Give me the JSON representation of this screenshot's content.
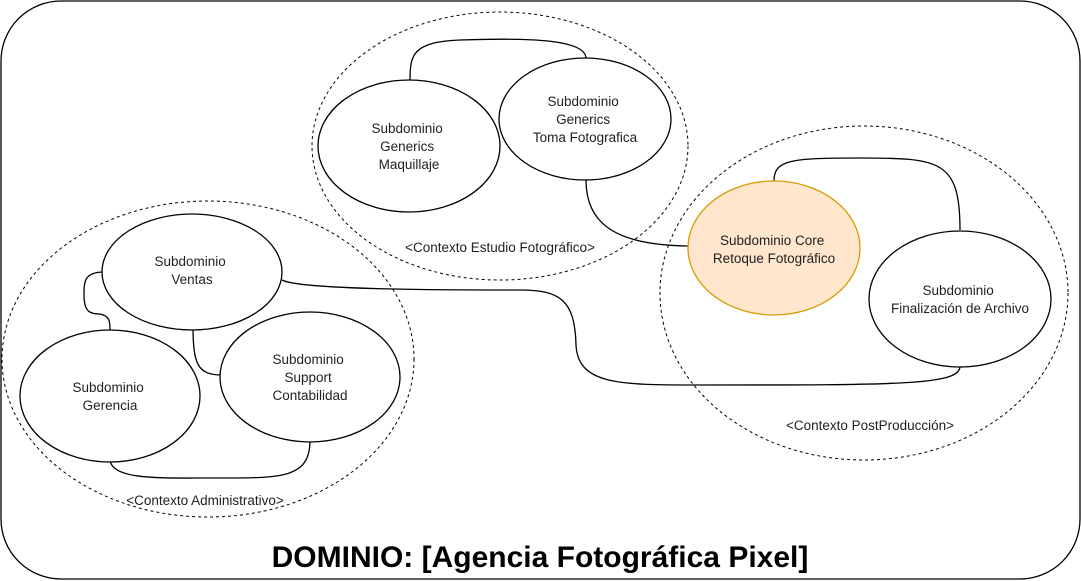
{
  "domain": {
    "title": "DOMINIO: [Agencia Fotográfica Pixel]"
  },
  "contexts": {
    "estudio": {
      "label": "<Contexto Estudio Fotográfico>"
    },
    "postproduccion": {
      "label": "<Contexto PostProducción>"
    },
    "administrativo": {
      "label": "<Contexto Administrativo>"
    }
  },
  "subdomains": {
    "maquillaje": {
      "lines": [
        "Subdominio",
        "Generics",
        "Maquillaje"
      ],
      "type": "generic"
    },
    "toma": {
      "lines": [
        "Subdominio",
        "Generics",
        "Toma Fotografica"
      ],
      "type": "generic"
    },
    "retoque": {
      "lines": [
        "Subdominio Core",
        "Retoque Fotográfico"
      ],
      "type": "core"
    },
    "finalizacion": {
      "lines": [
        "Subdominio",
        "Finalización de Archivo"
      ],
      "type": "generic"
    },
    "ventas": {
      "lines": [
        "Subdominio",
        "Ventas"
      ],
      "type": "generic"
    },
    "gerencia": {
      "lines": [
        "Subdominio",
        "Gerencia"
      ],
      "type": "generic"
    },
    "contabilidad": {
      "lines": [
        "Subdominio",
        "Support",
        "Contabilidad"
      ],
      "type": "support"
    }
  },
  "colors": {
    "core_fill": "#ffe6cc",
    "core_stroke": "#d79b00",
    "default_fill": "#ffffff",
    "stroke": "#000000"
  }
}
